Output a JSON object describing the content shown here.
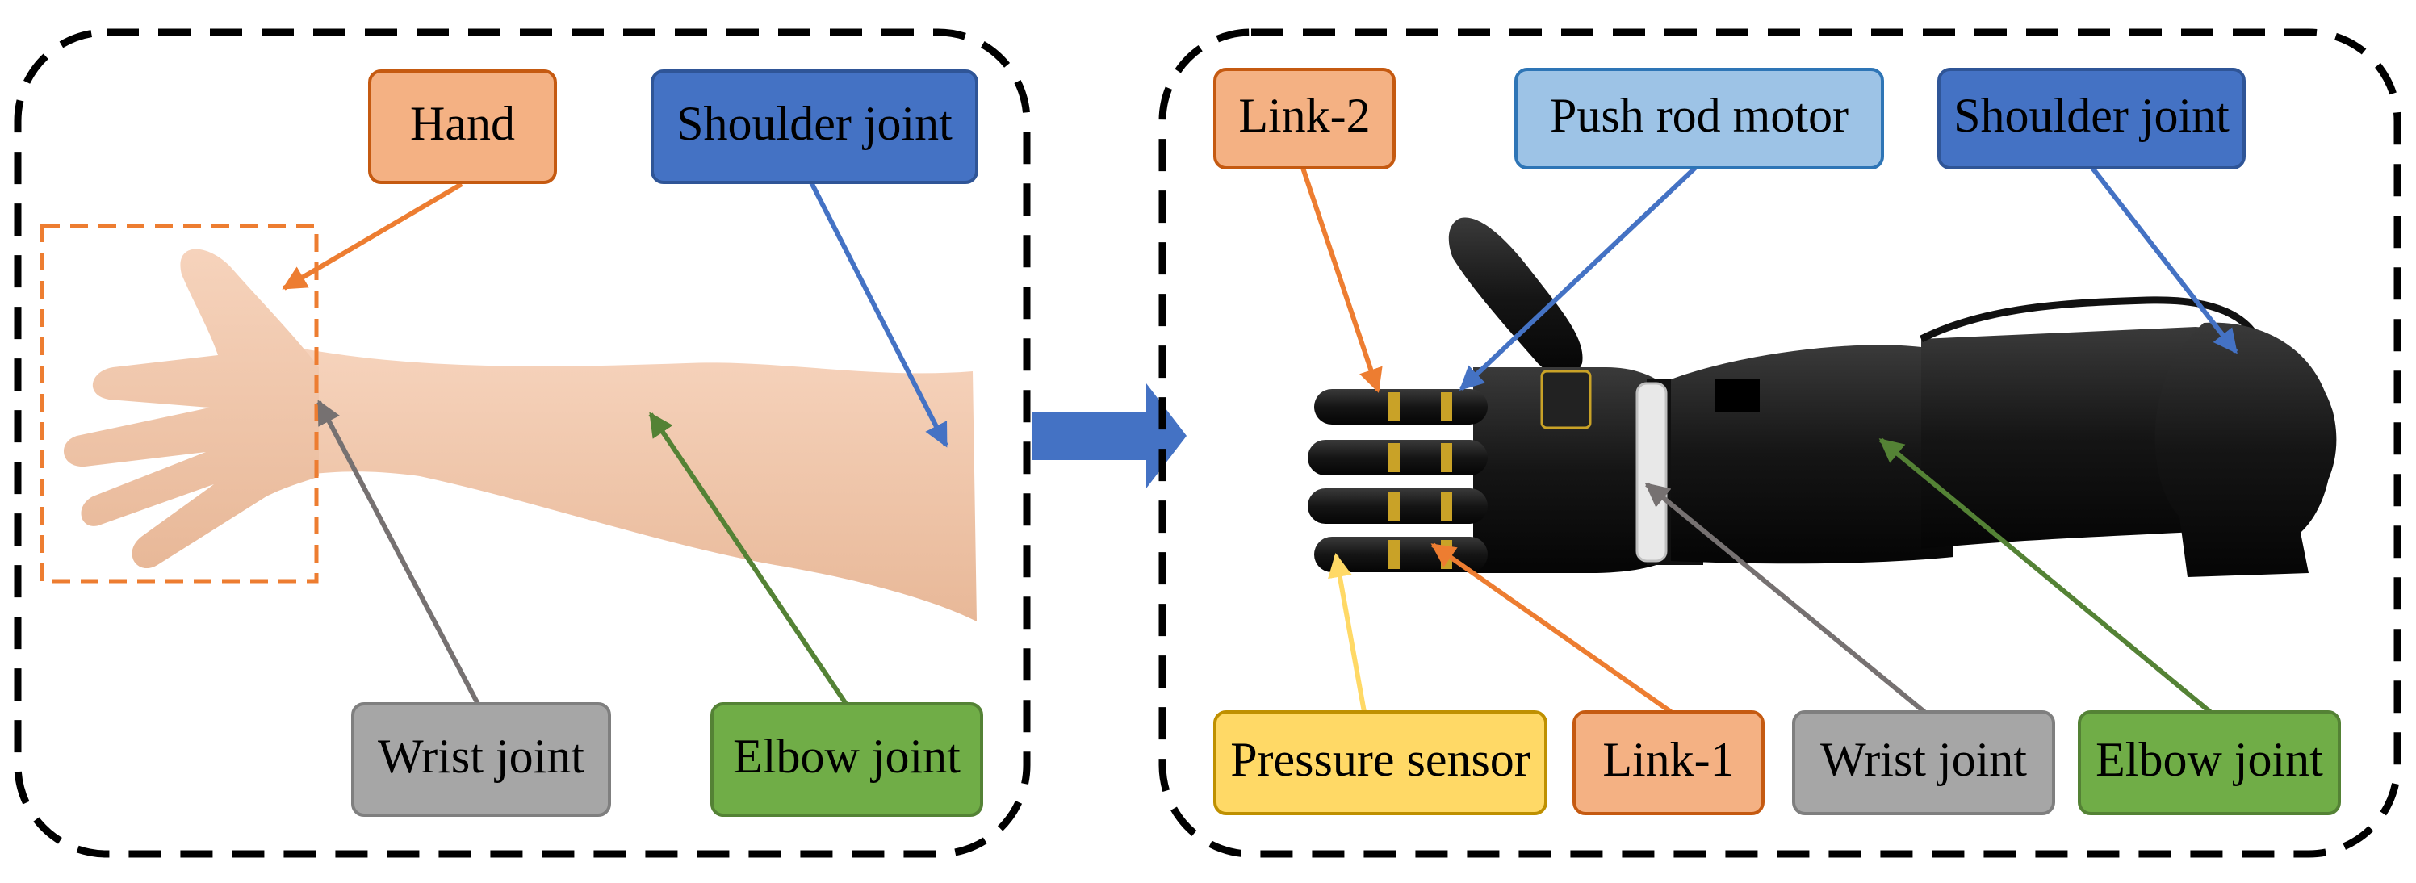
{
  "colors": {
    "orange": "#ED7D31",
    "orange_fill": "#F4B183",
    "blue_dark": "#4472C4",
    "blue_light": "#9DC3E6",
    "gray": "#A6A6A6",
    "green": "#70AD47",
    "yellow": "#FFD966",
    "panel_border": "#000000",
    "skin": "#F2C9AE",
    "robot": "#1A1A1A"
  },
  "left_panel": {
    "labels": {
      "hand": "Hand",
      "shoulder": "Shoulder joint",
      "wrist": "Wrist joint",
      "elbow": "Elbow joint"
    }
  },
  "right_panel": {
    "labels": {
      "link2": "Link-2",
      "push_rod": "Push rod motor",
      "shoulder": "Shoulder joint",
      "pressure": "Pressure sensor",
      "link1": "Link-1",
      "wrist": "Wrist joint",
      "elbow": "Elbow joint"
    }
  },
  "icons": {
    "transition": "right-arrow-icon"
  }
}
